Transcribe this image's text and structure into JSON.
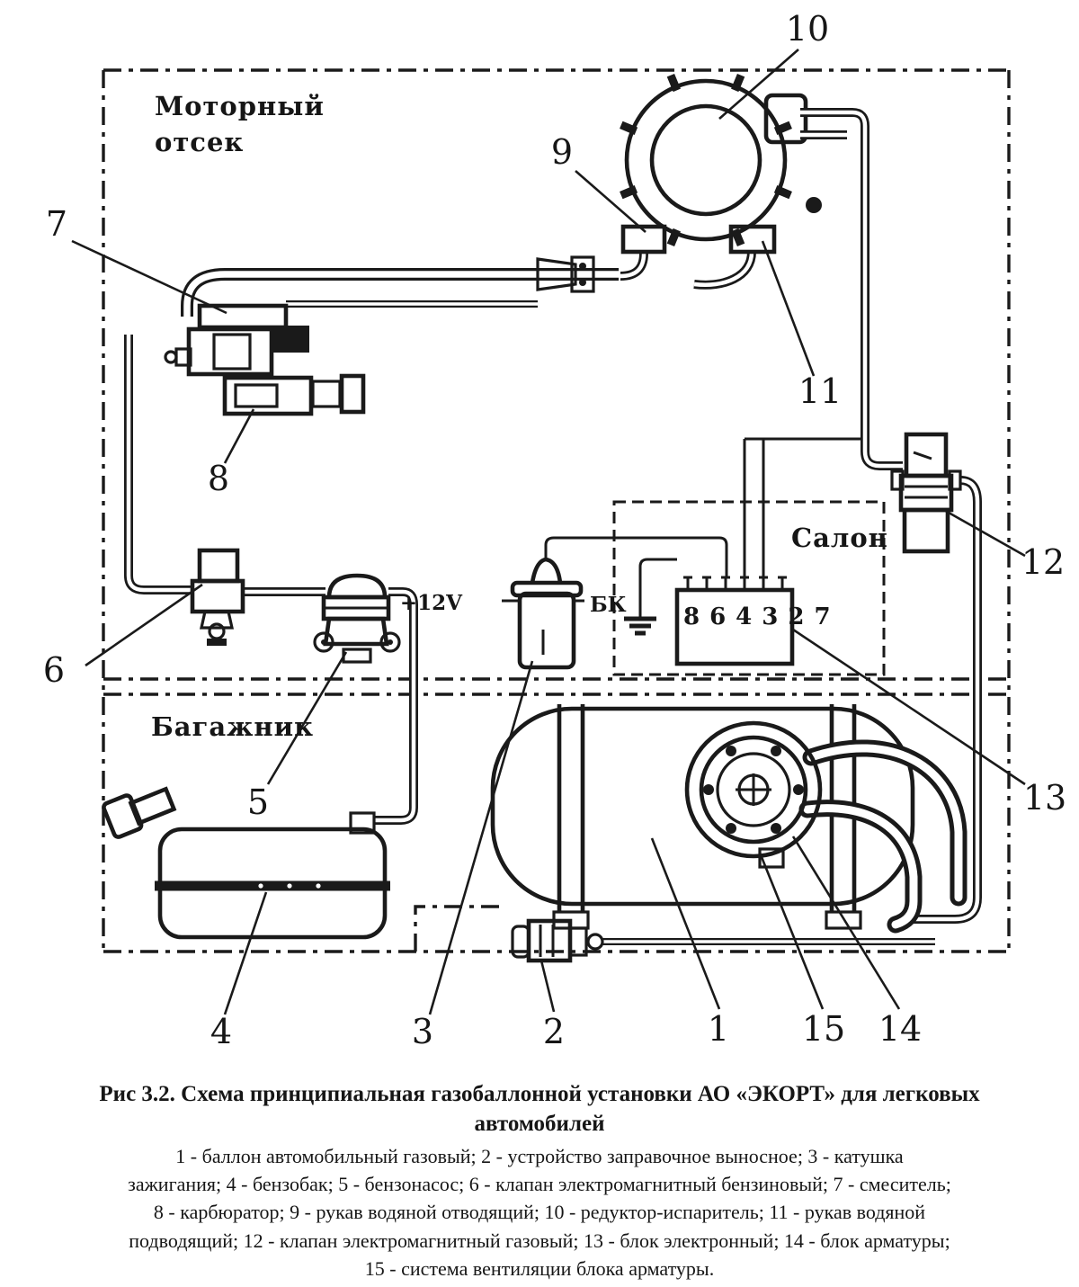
{
  "zones": {
    "engine_line1": "Моторный",
    "engine_line2": "отсек",
    "cabin": "Салон",
    "trunk": "Багажник"
  },
  "annotations": {
    "supply_voltage": "+12V",
    "bk": "БК",
    "block_pins": "864327"
  },
  "callouts": {
    "c1": "1",
    "c2": "2",
    "c3": "3",
    "c4": "4",
    "c5": "5",
    "c6": "6",
    "c7": "7",
    "c8": "8",
    "c9": "9",
    "c10": "10",
    "c11": "11",
    "c12": "12",
    "c13": "13",
    "c14": "14",
    "c15": "15"
  },
  "caption": {
    "line1": "Рис 3.2. Схема принципиальная газобаллонной установки АО «ЭКОРТ» для легковых",
    "line2": "автомобилей"
  },
  "legend_lines": [
    "1 - баллон автомобильный газовый; 2 - устройство заправочное выносное; 3 - катушка",
    "зажигания;  4 - бензобак; 5 - бензонасос; 6 - клапан электромагнитный бензиновый; 7 - смеситель;",
    "8 - карбюратор;  9 - рукав водяной отводящий; 10 - редуктор-испаритель; 11 - рукав водяной",
    "подводящий; 12 - клапан электромагнитный газовый; 13 - блок электронный; 14 - блок арматуры;",
    "15 - система вентиляции блока арматуры."
  ]
}
